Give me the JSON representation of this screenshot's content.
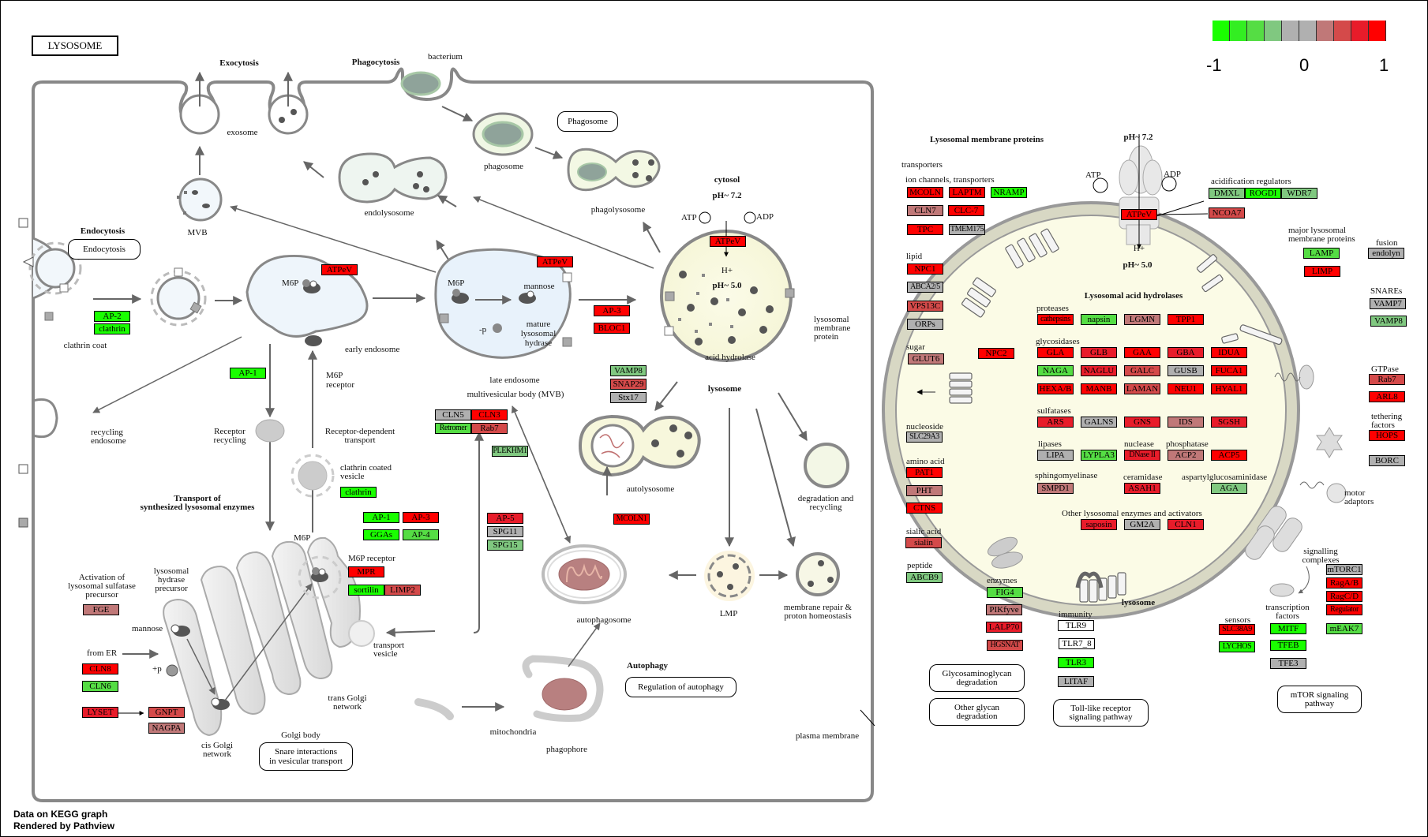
{
  "title": "LYSOSOME",
  "legend": {
    "min_label": "-1",
    "mid_label": "0",
    "max_label": "1",
    "colors": [
      "#1aff00",
      "#33ee22",
      "#55dd44",
      "#80c880",
      "#b0b0b0",
      "#b0b0b0",
      "#c07878",
      "#d44a4a",
      "#e81c2a",
      "#ff0000"
    ]
  },
  "colors": {
    "up_strong": "#ff0000",
    "up": "#e81c2a",
    "up_mid": "#d44a4a",
    "up_weak": "#c07878",
    "neutral": "#b0b0b0",
    "down_weak": "#80c880",
    "down_mid": "#55dd44",
    "down": "#33ee22",
    "down_strong": "#1aff00",
    "none": "#ffffff"
  },
  "footer": {
    "line1": "Data on KEGG graph",
    "line2": "Rendered by Pathview"
  },
  "labels": {
    "exocytosis": "Exocytosis",
    "phagocytosis": "Phagocytosis",
    "bacterium": "bacterium",
    "exosome": "exosome",
    "phagosome": "phagosome",
    "endolysosome": "endolysosome",
    "phagolysosome": "phagolysosome",
    "mvb": "MVB",
    "endocytosis_head": "Endocytosis",
    "clathrin_coat": "clathrin coat",
    "m6p1": "M6P",
    "m6p2": "M6P",
    "m6p3": "M6P",
    "early_endosome": "early  endosome",
    "m6p_receptor": "M6P\nreceptor",
    "mannose1": "mannose",
    "mannose2": "mannose",
    "minus_p": "-p",
    "mature_hydrase": "mature\nlysosomal\nhydrase",
    "late_endosome": "late endosome",
    "mvb_full": "multivesicular body (MVB)",
    "cytosol": "cytosol",
    "ph72a": "pH~ 7.2",
    "ph50a": "pH~ 5.0",
    "atp1": "ATP",
    "adp1": "ADP",
    "hplus1": "H+",
    "acid_hydrolase": "acid  hydrolase",
    "lysosome1": "lysosome",
    "lmp_label": "lysosomal\nmembrane\nprotein",
    "recycling_endosome": "recycling\nendosome",
    "receptor_recycling": "Receptor\nrecycling",
    "receptor_dependent": "Receptor-dependent\ntransport",
    "clathrin_coated_vesicle": "clathrin coated\nvesicle",
    "transport_head": "Transport of\nsynthesized lysosomal enzymes",
    "activation": "Activation of\nlysosomal sulfatase\nprecursor",
    "hydrase_precursor": "lysosomal\nhydrase\nprecursor",
    "from_er": "from ER",
    "plus_p": "+p",
    "m6p_receptor2": "M6P receptor",
    "transport_vesicle": "transport\nvesicle",
    "trans_golgi": "trans Golgi\nnetwork",
    "cis_golgi": "cis Golgi\nnetwork",
    "golgi_body": "Golgi body",
    "autolysosome": "autolysosome",
    "degradation": "degradation and\nrecycling",
    "autophagosome": "autophagosome",
    "lmp": "LMP",
    "membrane_repair": "membrane repair &\nproton homeostasis",
    "autophagy_head": "Autophagy",
    "mitochondria": "mitochondria",
    "phagophore": "phagophore",
    "plasma_membrane": "plasma membrane",
    "lmp_proteins_head": "Lysosomal membrane proteins",
    "transporters": "transporters",
    "ion_channels": "ion channels, transporters",
    "lipid": "lipid",
    "sugar": "sugar",
    "nucleoside": "nucleoside",
    "amino_acid": "amino acid",
    "sialic_acid": "sialic acid",
    "peptide": "peptide",
    "enzymes": "enzymes",
    "immunity": "immunity",
    "ph72b": "pH~ 7.2",
    "ph50b": "pH~ 5.0",
    "atp2": "ATP",
    "adp2": "ADP",
    "hplus2": "H+",
    "acidification": "acidification regulators",
    "major_lmp": "major lysosomal\nmembrane proteins",
    "fusion": "fusion",
    "snares": "SNAREs",
    "gtpase": "GTPase",
    "tethering": "tethering\nfactors",
    "motor_adaptors": "motor\nadaptors",
    "signalling": "signalling\ncomplexes",
    "transcription": "transcription\nfactors",
    "sensors": "sensors",
    "hydrolases_head": "Lysosomal acid hydrolases",
    "proteases": "proteases",
    "glycosidases": "glycosidases",
    "sulfatases": "sulfatases",
    "lipases": "lipases",
    "nuclease": "nuclease",
    "phosphatase": "phosphatase",
    "sphingomyelinase": "sphingomyelinase",
    "ceramidase": "ceramidase",
    "aspartyl": "aspartylglucosaminidase",
    "other_enzymes": "Other lysosomal enzymes and activators",
    "lysosome2": "lysosome"
  },
  "pathway_links": [
    {
      "id": "endocytosis",
      "label": "Endocytosis"
    },
    {
      "id": "phagosome",
      "label": "Phagosome"
    },
    {
      "id": "snare",
      "label": "Snare interactions\nin vesicular transport"
    },
    {
      "id": "autophagy",
      "label": "Regulation of autophagy"
    },
    {
      "id": "gag",
      "label": "Glycosaminoglycan\ndegradation"
    },
    {
      "id": "glycan",
      "label": "Other glycan\ndegradation"
    },
    {
      "id": "tlr",
      "label": "Toll-like receptor\nsignaling pathway"
    },
    {
      "id": "mtor",
      "label": "mTOR signaling\npathway"
    }
  ],
  "genes": [
    {
      "id": "ap2",
      "label": "AP-2",
      "level": "down_strong"
    },
    {
      "id": "clathrin1",
      "label": "clathrin",
      "level": "down_strong"
    },
    {
      "id": "ap1a",
      "label": "AP-1",
      "level": "down_strong"
    },
    {
      "id": "atpev1",
      "label": "ATPeV",
      "level": "up_strong"
    },
    {
      "id": "atpev2",
      "label": "ATPeV",
      "level": "up_strong"
    },
    {
      "id": "atpev3",
      "label": "ATPeV",
      "level": "up_strong"
    },
    {
      "id": "ap3a",
      "label": "AP-3",
      "level": "up_strong"
    },
    {
      "id": "bloc1",
      "label": "BLOC1",
      "level": "up_strong"
    },
    {
      "id": "vamp8a",
      "label": "VAMP8",
      "level": "down_weak"
    },
    {
      "id": "snap29",
      "label": "SNAP29",
      "level": "up_mid"
    },
    {
      "id": "stx17",
      "label": "Stx17",
      "level": "neutral"
    },
    {
      "id": "cln5",
      "label": "CLN5",
      "level": "neutral"
    },
    {
      "id": "cln3",
      "label": "CLN3",
      "level": "up_strong"
    },
    {
      "id": "retromer",
      "label": "Retromer",
      "level": "down_mid"
    },
    {
      "id": "rab7a",
      "label": "Rab7",
      "level": "up_mid"
    },
    {
      "id": "plekhm1",
      "label": "PLEKHM1",
      "level": "down_weak"
    },
    {
      "id": "clathrin2",
      "label": "clathrin",
      "level": "down_strong"
    },
    {
      "id": "ap1b",
      "label": "AP-1",
      "level": "down_strong"
    },
    {
      "id": "ap3b",
      "label": "AP-3",
      "level": "up_strong"
    },
    {
      "id": "ggas",
      "label": "GGAs",
      "level": "down_strong"
    },
    {
      "id": "ap4",
      "label": "AP-4",
      "level": "down_mid"
    },
    {
      "id": "ap5",
      "label": "AP-5",
      "level": "up"
    },
    {
      "id": "spg11",
      "label": "SPG11",
      "level": "neutral"
    },
    {
      "id": "spg15",
      "label": "SPG15",
      "level": "down_weak"
    },
    {
      "id": "mcoln1",
      "label": "MCOLN1",
      "level": "up_strong"
    },
    {
      "id": "mpr",
      "label": "MPR",
      "level": "up_strong"
    },
    {
      "id": "sortilin",
      "label": "sortilin",
      "level": "down_strong"
    },
    {
      "id": "limp2",
      "label": "LIMP2",
      "level": "up_mid"
    },
    {
      "id": "fge",
      "label": "FGE",
      "level": "up_weak"
    },
    {
      "id": "cln8",
      "label": "CLN8",
      "level": "up_strong"
    },
    {
      "id": "cln6",
      "label": "CLN6",
      "level": "down_mid"
    },
    {
      "id": "lyset",
      "label": "LYSET",
      "level": "up"
    },
    {
      "id": "gnpt",
      "label": "GNPT",
      "level": "up_mid"
    },
    {
      "id": "nagpa",
      "label": "NAGPA",
      "level": "up_weak"
    },
    {
      "id": "mcoln",
      "label": "MCOLN",
      "level": "up_strong"
    },
    {
      "id": "laptm",
      "label": "LAPTM",
      "level": "up_strong"
    },
    {
      "id": "nramp",
      "label": "NRAMP",
      "level": "down_strong"
    },
    {
      "id": "cln7",
      "label": "CLN7",
      "level": "up_weak"
    },
    {
      "id": "clc7",
      "label": "CLC-7",
      "level": "up_strong"
    },
    {
      "id": "tpc",
      "label": "TPC",
      "level": "up_strong"
    },
    {
      "id": "tmem175",
      "label": "TMEM175",
      "level": "neutral"
    },
    {
      "id": "npc1",
      "label": "NPC1",
      "level": "up_strong"
    },
    {
      "id": "abca25",
      "label": "ABCA2/5",
      "level": "neutral"
    },
    {
      "id": "vps13c",
      "label": "VPS13C",
      "level": "up_mid"
    },
    {
      "id": "orps",
      "label": "ORPs",
      "level": "neutral"
    },
    {
      "id": "glut6",
      "label": "GLUT6",
      "level": "up_weak"
    },
    {
      "id": "npc2",
      "label": "NPC2",
      "level": "up_strong"
    },
    {
      "id": "slc29a3",
      "label": "SLC29A3",
      "level": "neutral"
    },
    {
      "id": "pat1",
      "label": "PAT1",
      "level": "up_strong"
    },
    {
      "id": "pht",
      "label": "PHT",
      "level": "up_weak"
    },
    {
      "id": "ctns",
      "label": "CTNS",
      "level": "up_strong"
    },
    {
      "id": "sialin",
      "label": "sialin",
      "level": "up_mid"
    },
    {
      "id": "abcb9",
      "label": "ABCB9",
      "level": "down_weak"
    },
    {
      "id": "fig4",
      "label": "FIG4",
      "level": "down_mid"
    },
    {
      "id": "pikfyve",
      "label": "PIKfyve",
      "level": "up_weak"
    },
    {
      "id": "lalp70",
      "label": "LALP70",
      "level": "up"
    },
    {
      "id": "hgsnat",
      "label": "HGSNAT",
      "level": "up_mid"
    },
    {
      "id": "tlr9",
      "label": "TLR9",
      "level": "none"
    },
    {
      "id": "tlr78",
      "label": "TLR7_8",
      "level": "none"
    },
    {
      "id": "tlr3",
      "label": "TLR3",
      "level": "down_strong"
    },
    {
      "id": "litaf",
      "label": "LITAF",
      "level": "neutral"
    },
    {
      "id": "atpev4",
      "label": "ATPeV",
      "level": "up_strong"
    },
    {
      "id": "dmxl",
      "label": "DMXL",
      "level": "down_weak"
    },
    {
      "id": "rogdi",
      "label": "ROGDI",
      "level": "down_strong"
    },
    {
      "id": "wdr7",
      "label": "WDR7",
      "level": "down_weak"
    },
    {
      "id": "ncoa7",
      "label": "NCOA7",
      "level": "up_mid"
    },
    {
      "id": "lamp",
      "label": "LAMP",
      "level": "down_mid"
    },
    {
      "id": "limp",
      "label": "LIMP",
      "level": "up_strong"
    },
    {
      "id": "endolyn",
      "label": "endolyn",
      "level": "neutral"
    },
    {
      "id": "vamp7",
      "label": "VAMP7",
      "level": "neutral"
    },
    {
      "id": "vamp8b",
      "label": "VAMP8",
      "level": "down_weak"
    },
    {
      "id": "rab7b",
      "label": "Rab7",
      "level": "up_mid"
    },
    {
      "id": "arl8",
      "label": "ARL8",
      "level": "up_strong"
    },
    {
      "id": "hops",
      "label": "HOPS",
      "level": "up_strong"
    },
    {
      "id": "borc",
      "label": "BORC",
      "level": "neutral"
    },
    {
      "id": "mtorc1",
      "label": "mTORC1",
      "level": "neutral"
    },
    {
      "id": "ragab",
      "label": "RagA/B",
      "level": "up_strong"
    },
    {
      "id": "ragcd",
      "label": "RagC/D",
      "level": "up_strong"
    },
    {
      "id": "regulator",
      "label": "Regulator",
      "level": "up_strong"
    },
    {
      "id": "meak7",
      "label": "mEAK7",
      "level": "down_mid"
    },
    {
      "id": "slc38a9",
      "label": "SLC38A9",
      "level": "up_strong"
    },
    {
      "id": "lychos",
      "label": "LYCHOS",
      "level": "down_strong"
    },
    {
      "id": "mitf",
      "label": "MITF",
      "level": "down_strong"
    },
    {
      "id": "tfeb",
      "label": "TFEB",
      "level": "down_strong"
    },
    {
      "id": "tfe3",
      "label": "TFE3",
      "level": "neutral"
    },
    {
      "id": "cathepsins",
      "label": "cathepsins",
      "level": "up_strong"
    },
    {
      "id": "napsin",
      "label": "napsin",
      "level": "down_mid"
    },
    {
      "id": "lgmn",
      "label": "LGMN",
      "level": "up_weak"
    },
    {
      "id": "tpp1",
      "label": "TPP1",
      "level": "up_strong"
    },
    {
      "id": "gla",
      "label": "GLA",
      "level": "up_strong"
    },
    {
      "id": "glb",
      "label": "GLB",
      "level": "up"
    },
    {
      "id": "gaa",
      "label": "GAA",
      "level": "up_strong"
    },
    {
      "id": "gba",
      "label": "GBA",
      "level": "up"
    },
    {
      "id": "idua",
      "label": "IDUA",
      "level": "up_strong"
    },
    {
      "id": "naga",
      "label": "NAGA",
      "level": "down_mid"
    },
    {
      "id": "naglu",
      "label": "NAGLU",
      "level": "up"
    },
    {
      "id": "galc",
      "label": "GALC",
      "level": "up_mid"
    },
    {
      "id": "gusb",
      "label": "GUSB",
      "level": "neutral"
    },
    {
      "id": "fuca1",
      "label": "FUCA1",
      "level": "up_strong"
    },
    {
      "id": "hexab",
      "label": "HEXA/B",
      "level": "up_strong"
    },
    {
      "id": "manb",
      "label": "MANB",
      "level": "up_strong"
    },
    {
      "id": "laman",
      "label": "LAMAN",
      "level": "up_mid"
    },
    {
      "id": "neu1",
      "label": "NEU1",
      "level": "up_strong"
    },
    {
      "id": "hyal1",
      "label": "HYAL1",
      "level": "up_strong"
    },
    {
      "id": "ars",
      "label": "ARS",
      "level": "up"
    },
    {
      "id": "galns",
      "label": "GALNS",
      "level": "neutral"
    },
    {
      "id": "gns",
      "label": "GNS",
      "level": "up"
    },
    {
      "id": "ids",
      "label": "IDS",
      "level": "up_weak"
    },
    {
      "id": "sgsh",
      "label": "SGSH",
      "level": "up"
    },
    {
      "id": "lipa",
      "label": "LIPA",
      "level": "neutral"
    },
    {
      "id": "lypla3",
      "label": "LYPLA3",
      "level": "down_mid"
    },
    {
      "id": "dnaseii",
      "label": "DNase II",
      "level": "up"
    },
    {
      "id": "acp2",
      "label": "ACP2",
      "level": "up_weak"
    },
    {
      "id": "acp5",
      "label": "ACP5",
      "level": "up_strong"
    },
    {
      "id": "smpd1",
      "label": "SMPD1",
      "level": "up_weak"
    },
    {
      "id": "asah1",
      "label": "ASAH1",
      "level": "up"
    },
    {
      "id": "aga",
      "label": "AGA",
      "level": "down_weak"
    },
    {
      "id": "saposin",
      "label": "saposin",
      "level": "up"
    },
    {
      "id": "gm2a",
      "label": "GM2A",
      "level": "neutral"
    },
    {
      "id": "cln1",
      "label": "CLN1",
      "level": "up"
    }
  ]
}
